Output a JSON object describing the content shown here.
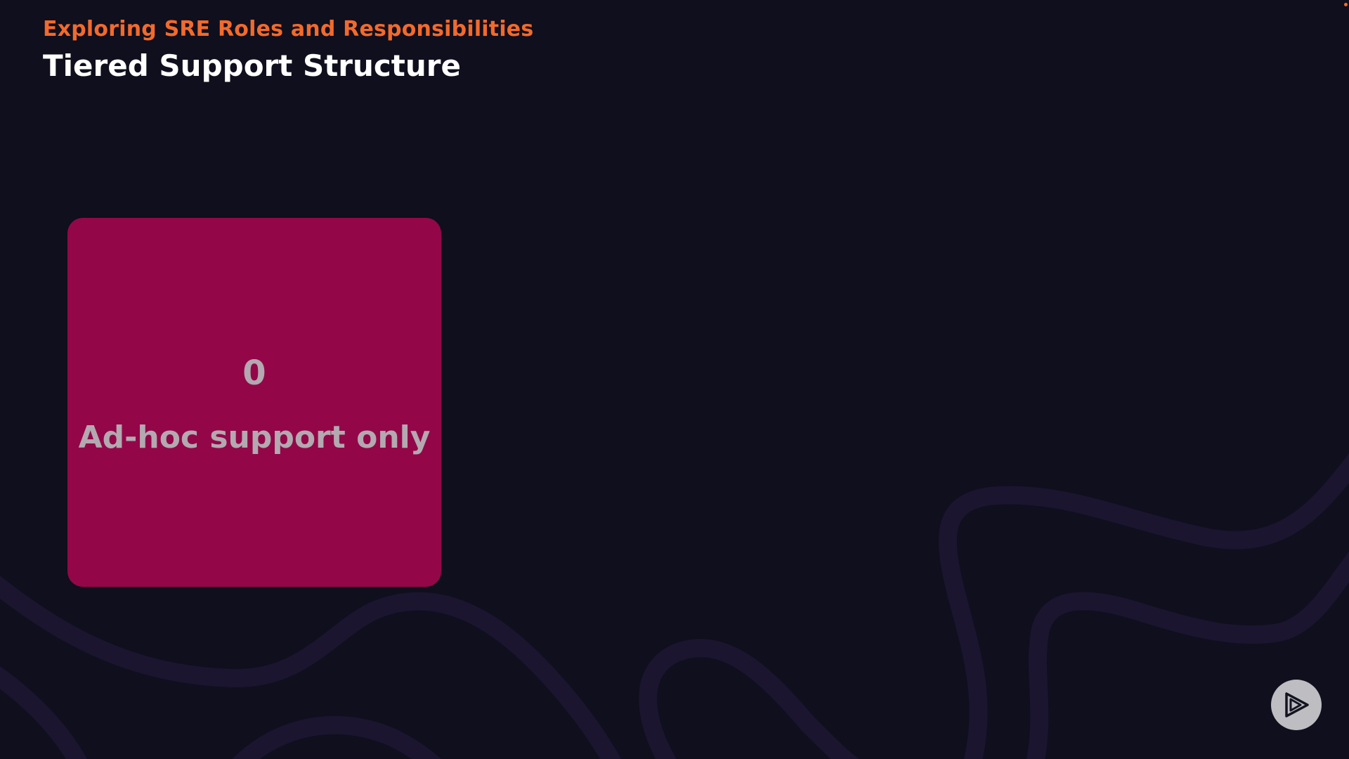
{
  "header": {
    "course_title": "Exploring SRE Roles and Responsibilities",
    "slide_title": "Tiered Support Structure"
  },
  "tier_card": {
    "number": "0",
    "label": "Ad-hoc support only",
    "color": "#930749"
  },
  "player": {
    "play_icon": "play-logo-icon"
  },
  "colors": {
    "background": "#0f0f1d",
    "accent": "#f26a2c",
    "wave": "#1c1533"
  }
}
